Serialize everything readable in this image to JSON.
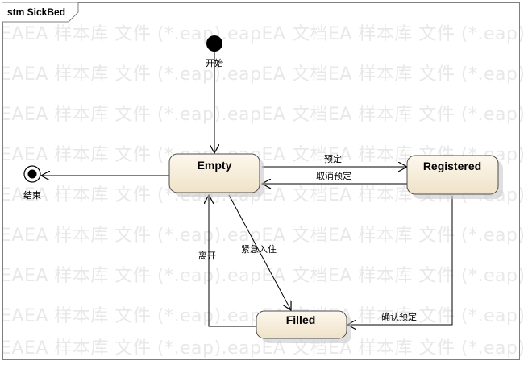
{
  "diagram": {
    "title": "stm SickBed",
    "watermark": "EAEA 样本库 文件 (*.eap).eapEA 文档EA 样本库 文件 (*.eap)",
    "states": {
      "empty": "Empty",
      "registered": "Registered",
      "filled": "Filled"
    },
    "pseudostates": {
      "initial_label": "开始",
      "final_label": "结束"
    },
    "transitions": {
      "reserve": "预定",
      "cancel_reserve": "取消预定",
      "emergency_admit": "紧急入住",
      "leave": "离开",
      "confirm_reserve": "确认预定"
    },
    "colors": {
      "state_fill_top": "#fdf8ee",
      "state_fill_bottom": "#efe2c8",
      "state_stroke": "#4d4d4d",
      "line": "#000000",
      "watermark": "#e8e8e8"
    }
  }
}
